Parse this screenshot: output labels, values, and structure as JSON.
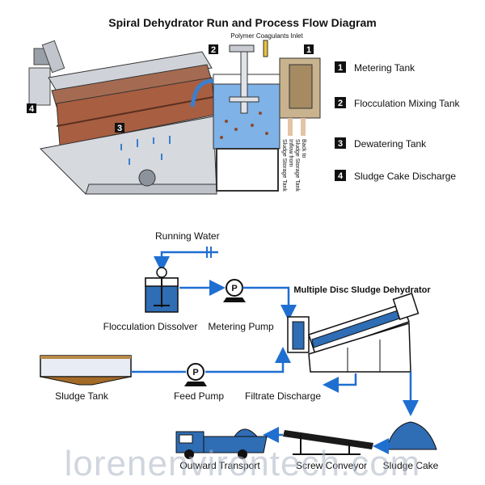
{
  "title": "Spiral Dehydrator Run and Process Flow Diagram",
  "top": {
    "inlet_label": "Polymer Coagulants Inlet",
    "badge_1": "1",
    "badge_2": "2",
    "badge_3": "3",
    "badge_4": "4",
    "back_to_line1": "Back to",
    "back_to_line2": "Sludge Storage Tank",
    "inflow_line1": "Inflow from",
    "inflow_line2": "Sludge Storage Tank"
  },
  "legend": [
    {
      "num": "1",
      "label": "Metering Tank"
    },
    {
      "num": "2",
      "label": "Flocculation Mixing Tank"
    },
    {
      "num": "3",
      "label": "Dewatering Tank"
    },
    {
      "num": "4",
      "label": "Sludge Cake Discharge"
    }
  ],
  "flow": {
    "running_water": "Running Water",
    "flocculation_dissolver": "Flocculation  Dissolver",
    "metering_pump": "Metering Pump",
    "dehydrator": "Multiple Disc Sludge Dehydrator",
    "sludge_tank": "Sludge Tank",
    "feed_pump": "Feed Pump",
    "filtrate_discharge": "Filtrate Discharge",
    "outward_transport": "Outward Transport",
    "screw_conveyor": "Screw Conveyor",
    "sludge_cake": "Sludge Cake"
  },
  "watermark": "lorenenvirontech.com",
  "colors": {
    "flow_blue": "#1f6fd1",
    "water_blue": "#3a7fd0",
    "sludge_brown": "#8a4a2a",
    "machine_gray": "#b8bcc4",
    "tank_beige": "#c9b38e"
  }
}
